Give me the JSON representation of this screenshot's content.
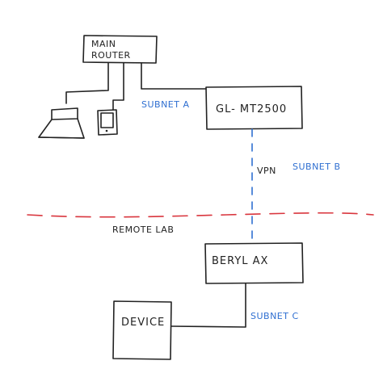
{
  "nodes": {
    "main_router": [
      "MAIN",
      "ROUTER"
    ],
    "gl_mt2500": "GL- MT2500",
    "beryl_ax": "BERYL AX",
    "device": "DEVICE"
  },
  "labels": {
    "subnet_a": "SUBNET A",
    "vpn": "VPN",
    "subnet_b": "SUBNET B",
    "remote_lab": "REMOTE LAB",
    "subnet_c": "SUBNET C"
  },
  "colors": {
    "ink": "#222222",
    "accent_blue": "#2f6fd1",
    "boundary_red": "#d9363e"
  },
  "icons": [
    "desk-lamp-icon",
    "handheld-device-icon"
  ]
}
